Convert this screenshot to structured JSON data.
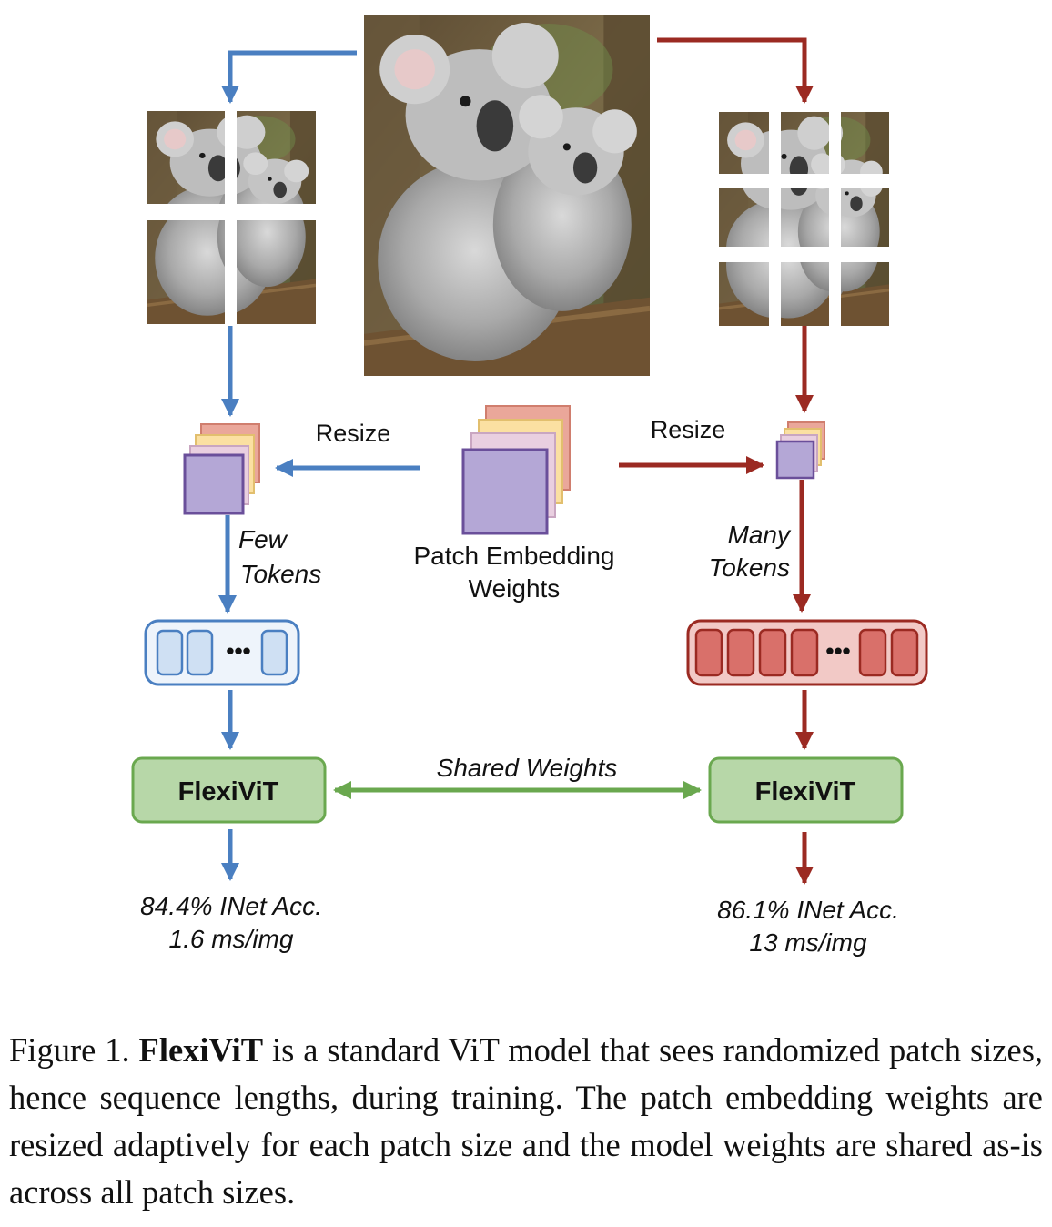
{
  "left_branch": {
    "resize_label": "Resize",
    "tokens_label_line1": "Few",
    "tokens_label_line2": "Tokens",
    "model_label": "FlexiViT",
    "result_line1": "84.4% INet Acc.",
    "result_line2": "1.6 ms/img",
    "token_ellipsis": "•••",
    "color": "#4a7fc1"
  },
  "right_branch": {
    "resize_label": "Resize",
    "tokens_label_line1": "Many",
    "tokens_label_line2": "Tokens",
    "model_label": "FlexiViT",
    "result_line1": "86.1% INet Acc.",
    "result_line2": "13 ms/img",
    "token_ellipsis": "•••",
    "color": "#9b2a22"
  },
  "center": {
    "weights_label_line1": "Patch Embedding",
    "weights_label_line2": "Weights",
    "shared_label": "Shared Weights",
    "shared_color": "#6aa84f"
  },
  "caption": {
    "figure_label": "Figure 1.",
    "model_name": "FlexiViT",
    "text": "is a standard ViT model that sees randomized patch sizes, hence sequence lengths, during training.  The patch embedding weights are resized adaptively for each patch size and the model weights are shared as-is across all patch sizes."
  }
}
